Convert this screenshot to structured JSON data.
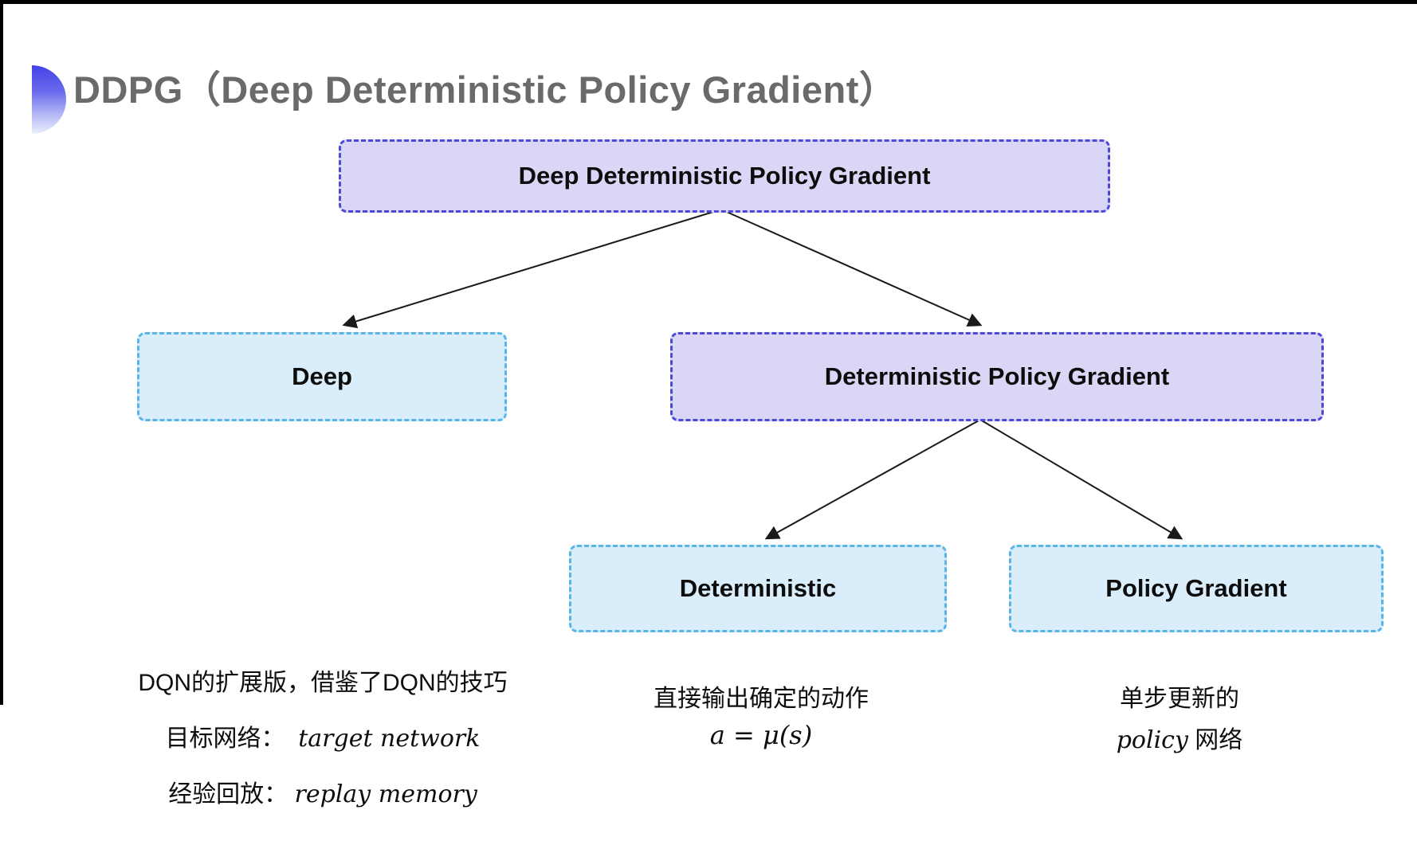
{
  "page": {
    "title": "DDPG（Deep Deterministic Policy Gradient）"
  },
  "diagram": {
    "nodes": {
      "root": {
        "label": "Deep Deterministic Policy Gradient"
      },
      "deep": {
        "label": "Deep"
      },
      "dpg": {
        "label": "Deterministic Policy Gradient"
      },
      "deterministic": {
        "label": "Deterministic"
      },
      "policy_gradient": {
        "label": "Policy Gradient"
      }
    },
    "notes": {
      "deep": {
        "line1": "DQN的扩展版，借鉴了DQN的技巧",
        "line2_zh": "目标网络：",
        "line2_en": "target network",
        "line3_zh": "经验回放：",
        "line3_en": "replay memory"
      },
      "deterministic": {
        "line1": "直接输出确定的动作",
        "formula": "a = μ(s)"
      },
      "policy_gradient": {
        "line1": "单步更新的",
        "line2_en": "policy",
        "line2_zh": " 网络"
      }
    },
    "colors": {
      "purple_fill": "#dad7f6",
      "purple_border": "#4b49d8",
      "blue_fill": "#d9edfa",
      "blue_border": "#58b5e8",
      "title_gray": "#6a6a6a",
      "arrow": "#1a1a1a",
      "logo_gradient_top": "#4342e6",
      "logo_gradient_bottom": "#eceffc"
    }
  }
}
